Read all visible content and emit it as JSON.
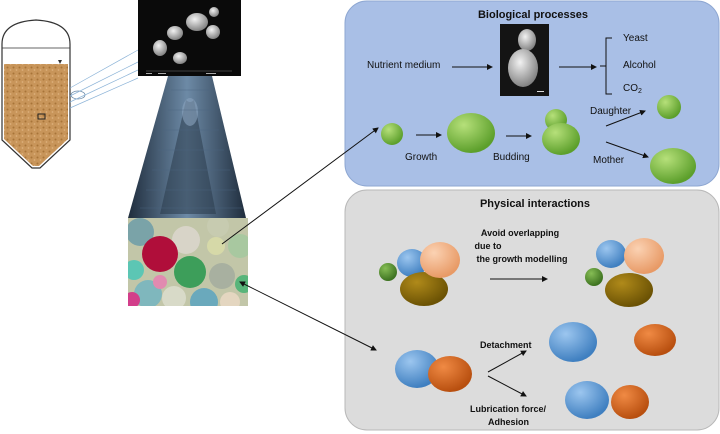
{
  "panel_bio": {
    "title": "Biological processes",
    "nutrient": "Nutrient medium",
    "products": [
      "Yeast",
      "Alcohol",
      "CO"
    ],
    "co2_sub": "2",
    "growth": "Growth",
    "budding": "Budding",
    "daughter": "Daughter",
    "mother": "Mother"
  },
  "panel_phys": {
    "title": "Physical interactions",
    "overlap_line1": "Avoid overlapping",
    "overlap_line2": "due to",
    "overlap_line3": "the growth modelling",
    "detachment": "Detachment",
    "lubrication_line1": "Lubrication force/",
    "lubrication_line2": "Adhesion"
  },
  "colors": {
    "bio_panel": "#a9bfe6",
    "phys_panel": "#dcdcdc",
    "cell_green": "#7ac142",
    "cell_blue": "#5b9bd5",
    "cell_orange": "#d9641a",
    "cell_peach": "#f4b183",
    "cell_olive": "#8a6a08",
    "cell_darkgreen": "#4f8a2a",
    "fermenter_fill": "#c8955a"
  }
}
